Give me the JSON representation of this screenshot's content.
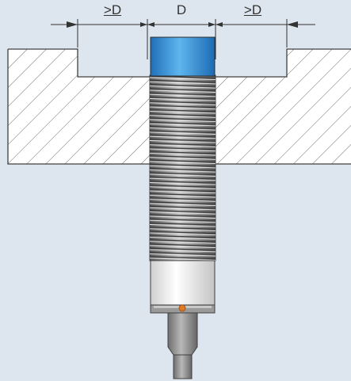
{
  "labels": {
    "left_clearance": ">D",
    "diameter": "D",
    "right_clearance": ">D"
  },
  "colors": {
    "background": "#dde6ee",
    "plate_fill": "#ffffff",
    "hatch": "#707070",
    "outline": "#404040",
    "sensor_face": "#3b93d6",
    "thread": "#7c7c7c",
    "body": "#f2f2f2",
    "led": "#e07a20",
    "cable": "#8a8a8a"
  },
  "icons": {
    "thread": "threaded-barrel",
    "led": "status-led",
    "face": "sensing-face"
  }
}
